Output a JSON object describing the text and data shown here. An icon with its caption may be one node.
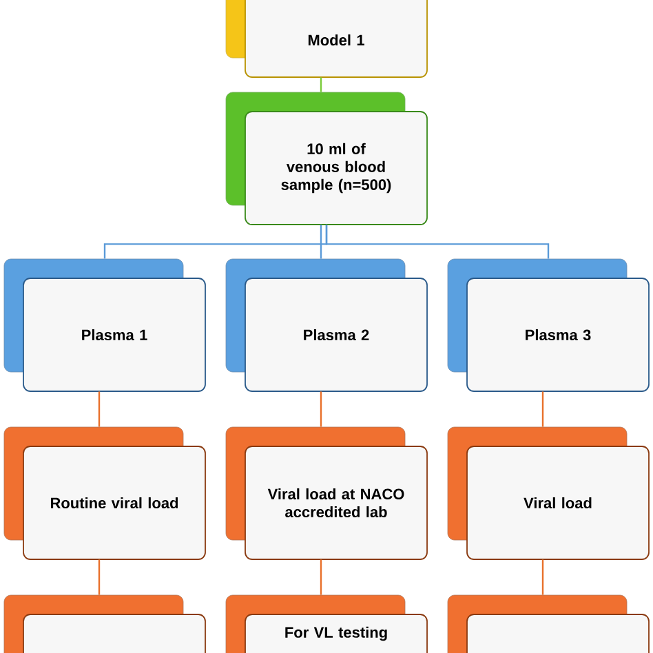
{
  "diagram": {
    "nodes": [
      {
        "text": [
          "Model 1"
        ]
      },
      {
        "text": [
          "10 ml of venous blood sample (n=500)"
        ]
      },
      {
        "text": [
          "Plasma 1"
        ]
      },
      {
        "text": [
          "Plasma 2"
        ]
      },
      {
        "text": [
          "Plasma 3"
        ]
      },
      {
        "text": [
          "Routine viral load"
        ]
      },
      {
        "text": [
          "Viral load at NACO accredited lab"
        ]
      },
      {
        "text": [
          "Viral load"
        ]
      },
      {
        "text": [],
        "shape": "box"
      },
      {
        "text": [
          "For VL testing"
        ]
      },
      {
        "text": [],
        "shape": "box"
      }
    ],
    "edges": [
      {
        "from": 0,
        "to": 1,
        "arrow": "none",
        "color": "#7acb3a"
      },
      {
        "from": 1,
        "to": 2,
        "arrow": "none",
        "color": "#5a9ad8"
      },
      {
        "from": 1,
        "to": 3,
        "arrow": "none",
        "color": "#5a9ad8"
      },
      {
        "from": 1,
        "to": 4,
        "arrow": "none",
        "color": "#5a9ad8"
      },
      {
        "from": 2,
        "to": 5,
        "arrow": "none"
      },
      {
        "from": 3,
        "to": 6,
        "arrow": "none"
      },
      {
        "from": 4,
        "to": 7,
        "arrow": "none"
      },
      {
        "from": 5,
        "to": 8,
        "arrow": "none"
      },
      {
        "from": 6,
        "to": 9,
        "arrow": "none"
      },
      {
        "from": 7,
        "to": 10,
        "arrow": "none"
      }
    ]
  }
}
